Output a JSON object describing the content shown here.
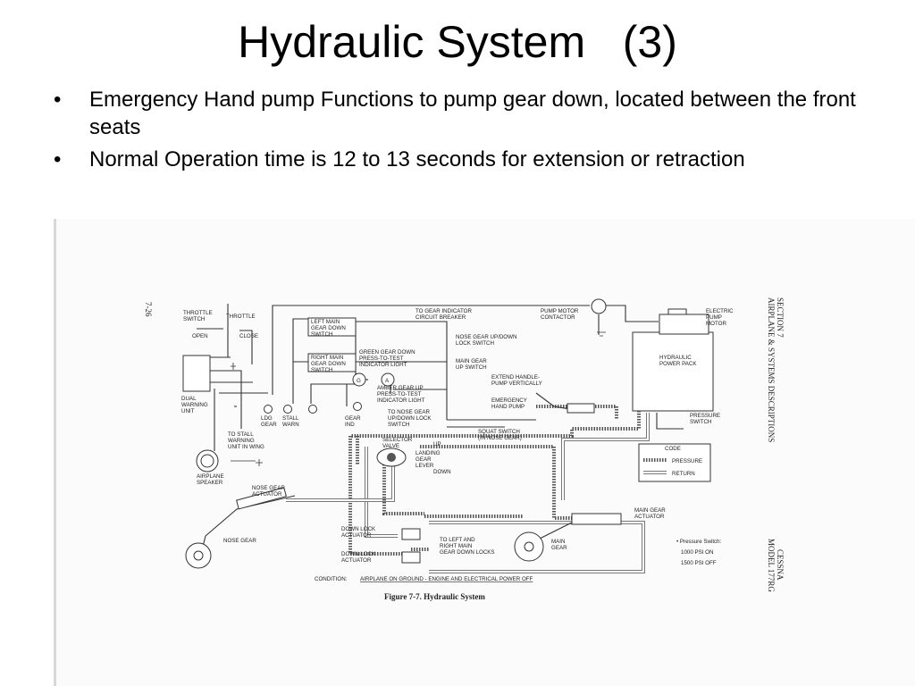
{
  "slide": {
    "title": "Hydraulic System   (3)",
    "bullets": [
      "Emergency Hand pump Functions to pump gear down, located between the front seats",
      "Normal Operation time is 12 to 13 seconds for extension or retraction"
    ],
    "bullet_char": "•"
  },
  "diagram": {
    "page_number": "7-26",
    "side_header_1": "SECTION 7",
    "side_header_2": "AIRPLANE & SYSTEMS DESCRIPTIONS",
    "side_footer_1": "CESSNA",
    "side_footer_2": "MODEL 177RG",
    "figure_caption": "Figure 7-7.   Hydraulic System",
    "condition_label": "CONDITION:",
    "condition_value": "AIRPLANE ON GROUND - ENGINE AND ELECTRICAL POWER OFF",
    "labels": {
      "throttle_switch": [
        "THROTTLE",
        "SWITCH"
      ],
      "throttle": "THROTTLE",
      "open": "OPEN",
      "close": "CLOSE",
      "left_main_gear_down_switch": [
        "LEFT MAIN",
        "GEAR DOWN",
        "SWITCH"
      ],
      "right_main_gear_down_switch": [
        "RIGHT MAIN",
        "GEAR DOWN",
        "SWITCH"
      ],
      "to_gear_indicator_circuit_breaker": [
        "TO GEAR INDICATOR",
        "CIRCUIT BREAKER"
      ],
      "pump_motor_contactor": [
        "PUMP MOTOR",
        "CONTACTOR"
      ],
      "electric_pump_motor": [
        "ELECTRIC",
        "PUMP",
        "MOTOR"
      ],
      "nose_gear_up_down_lock_switch": [
        "NOSE GEAR UP/DOWN",
        "LOCK SWITCH"
      ],
      "main_gear_up_switch": [
        "MAIN GEAR",
        "UP SWITCH"
      ],
      "green_gear_down_light": [
        "GREEN GEAR DOWN",
        "PRESS-TO-TEST",
        "INDICATOR LIGHT"
      ],
      "hydraulic_power_pack": [
        "HYDRAULIC",
        "POWER PACK"
      ],
      "extend_handle": [
        "EXTEND HANDLE-",
        "PUMP VERTICALLY"
      ],
      "amber_gear_up_light": [
        "AMBER GEAR UP",
        "PRESS-TO-TEST",
        "INDICATOR LIGHT"
      ],
      "emergency_hand_pump": [
        "EMERGENCY",
        "HAND PUMP"
      ],
      "dual_warning_unit": [
        "DUAL",
        "WARNING",
        "UNIT"
      ],
      "ldg_gear": [
        "LDG",
        "GEAR"
      ],
      "stall_warn": [
        "STALL",
        "WARN"
      ],
      "gear_ind": [
        "GEAR",
        "IND"
      ],
      "to_nose_gear_up_down_lock_switch": [
        "TO NOSE GEAR",
        "UP/DOWN LOCK",
        "SWITCH"
      ],
      "pressure_switch": [
        "PRESSURE",
        "SWITCH"
      ],
      "squat_switch": [
        "SQUAT SWITCH",
        "(IN NOSE GEAR)"
      ],
      "to_stall_warning_unit": [
        "TO STALL",
        "WARNING",
        "UNIT IN WING"
      ],
      "selector_valve": [
        "SELECTOR",
        "VALVE"
      ],
      "up": "UP",
      "down": "DOWN",
      "landing_gear_lever": [
        "LANDING",
        "GEAR",
        "LEVER"
      ],
      "airplane_speaker": [
        "AIRPLANE",
        "SPEAKER"
      ],
      "nose_gear_actuator": [
        "NOSE GEAR",
        "ACTUATOR"
      ],
      "nose_gear": "NOSE GEAR",
      "main_gear_actuator": [
        "MAIN GEAR",
        "ACTUATOR"
      ],
      "down_lock_actuator_1": [
        "DOWN LOCK",
        "ACTUATOR"
      ],
      "down_lock_actuator_2": [
        "DOWN LOCK",
        "ACTUATOR"
      ],
      "to_left_right_main_gear_down_locks": [
        "TO LEFT AND",
        "RIGHT MAIN",
        "GEAR DOWN LOCKS"
      ],
      "main_gear": [
        "MAIN",
        "GEAR"
      ],
      "pressure_switch_note": [
        "• Pressure Switch:",
        "1000 PSI ON",
        "1500 PSI OFF"
      ]
    },
    "code_legend": {
      "title": "CODE",
      "items": [
        "PRESSURE",
        "RETURN"
      ]
    }
  }
}
